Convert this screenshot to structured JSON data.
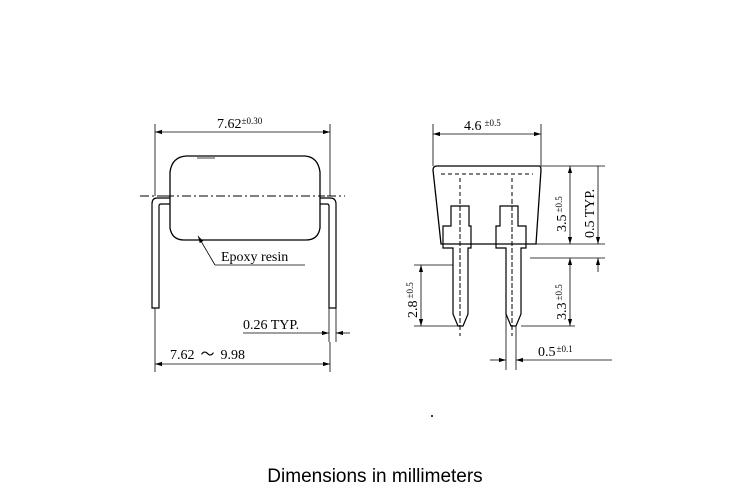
{
  "caption": "Dimensions in millimeters",
  "front_view": {
    "body_length": {
      "value": "7.62",
      "tolerance": "±0.30"
    },
    "material_note": "Epoxy resin",
    "lead_thickness": "0.26 TYP.",
    "lead_span": {
      "min": "7.62",
      "separator": "～",
      "max": "9.98"
    }
  },
  "side_view": {
    "body_width": {
      "value": "4.6",
      "tolerance": "±0.5"
    },
    "body_height": {
      "value": "3.5",
      "tolerance": "±0.5"
    },
    "standoff": "0.5 TYP.",
    "lead_length": {
      "value": "3.3",
      "tolerance": "±0.5"
    },
    "lead_tip_length": {
      "value": "2.8",
      "tolerance": "±0.5"
    },
    "lead_width": {
      "value": "0.5",
      "tolerance": "±0.1"
    }
  }
}
